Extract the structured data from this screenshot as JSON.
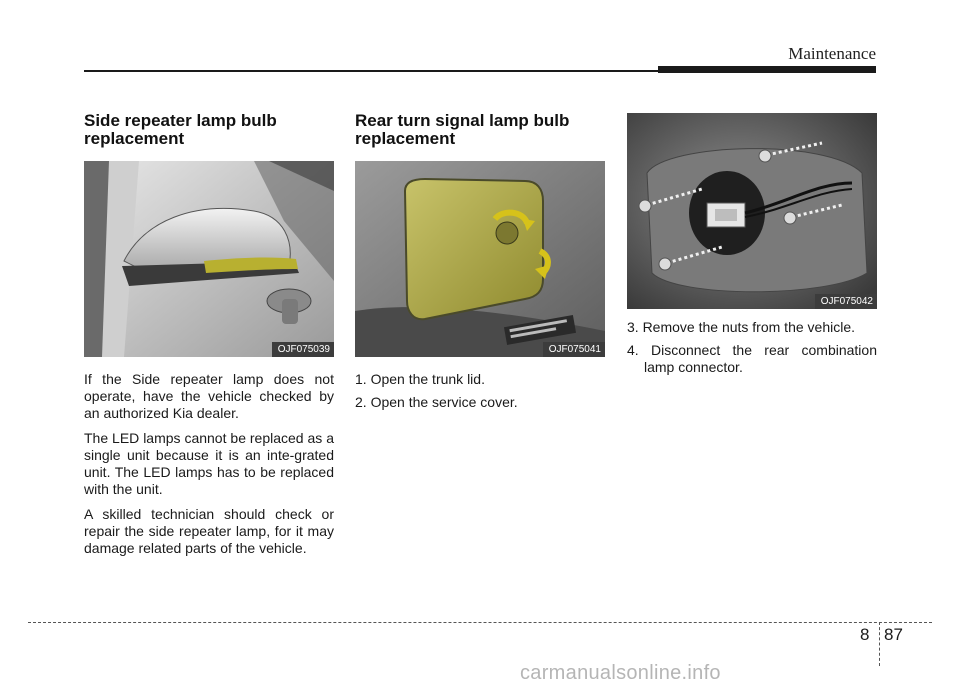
{
  "header": {
    "section": "Maintenance"
  },
  "col1": {
    "heading": "Side repeater lamp bulb replacement",
    "figure_code": "OJF075039",
    "paragraphs": [
      "If the Side repeater lamp does not operate, have the vehicle checked by an authorized Kia dealer.",
      "The LED lamps cannot be replaced as a single unit because it is an inte-grated unit. The LED lamps has to be replaced with the unit.",
      "A skilled technician should check or repair the side repeater lamp, for it may damage related parts of the vehicle."
    ]
  },
  "col2": {
    "heading": "Rear turn signal lamp bulb replacement",
    "figure_code": "OJF075041",
    "steps": [
      "1. Open the trunk lid.",
      "2. Open the service cover."
    ]
  },
  "col3": {
    "figure_code": "OJF075042",
    "steps": [
      "3. Remove the nuts from the vehicle.",
      "4. Disconnect the rear combination lamp connector."
    ]
  },
  "footer": {
    "chapter": "8",
    "page": "87"
  },
  "watermark": "carmanualsonline.info",
  "colors": {
    "highlight": "#b8b030",
    "accent_arrow": "#d6c21a",
    "photo_bg": "#6f6f6f"
  }
}
